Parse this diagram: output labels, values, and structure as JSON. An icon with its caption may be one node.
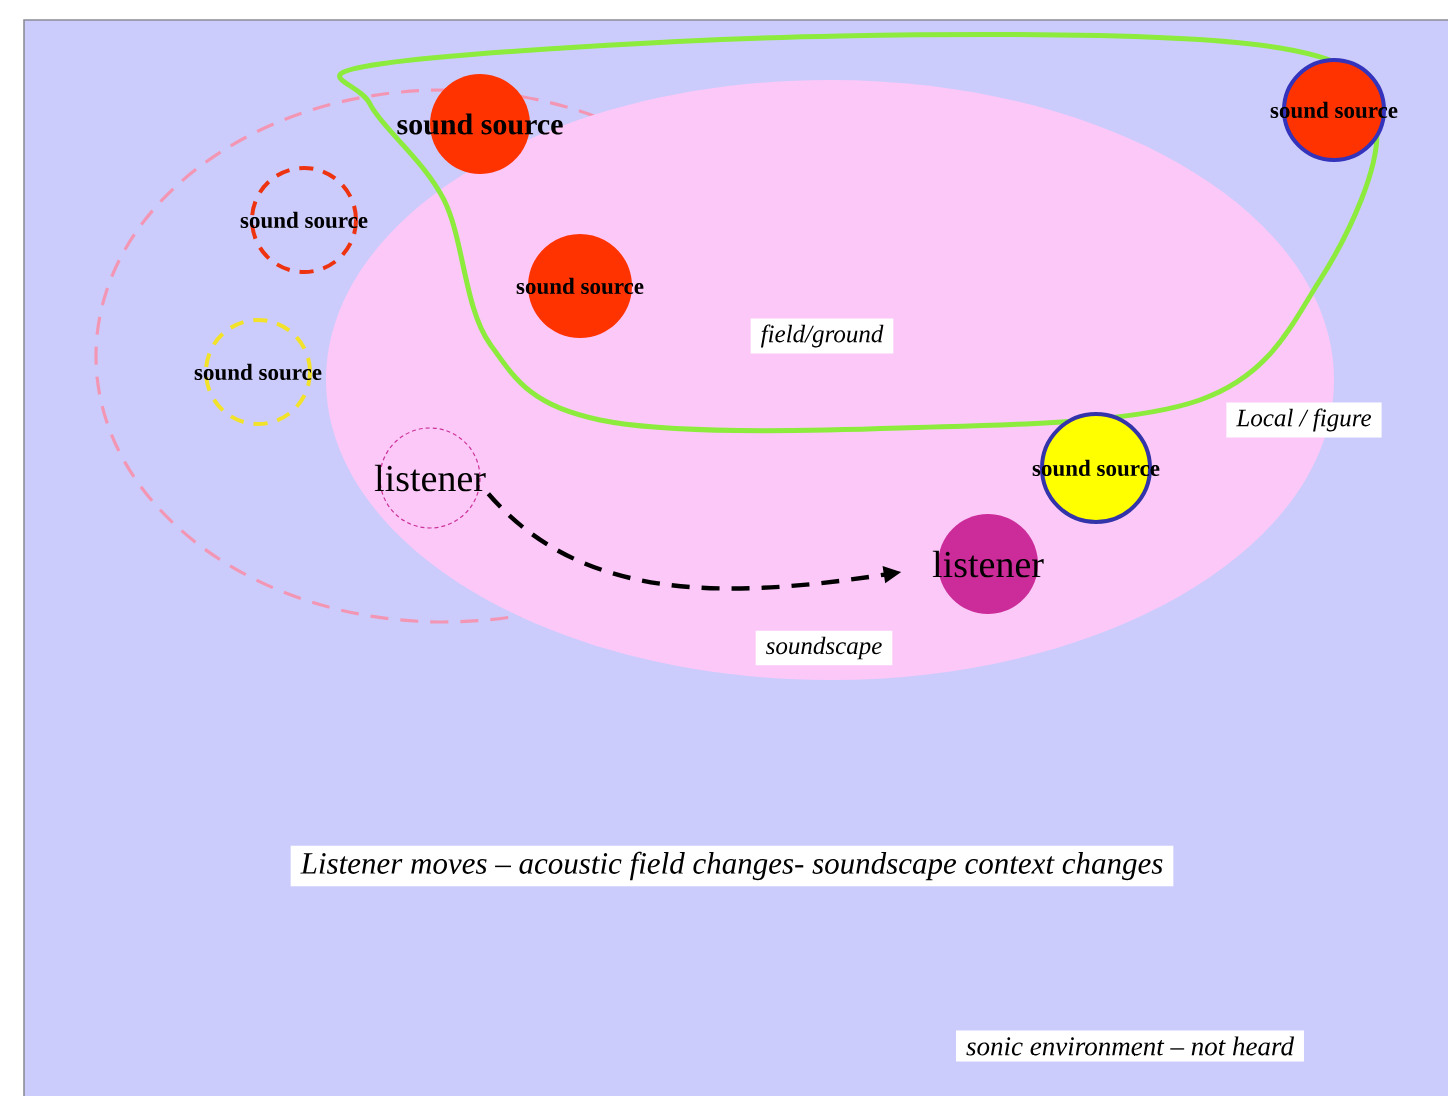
{
  "diagram": {
    "nodes": [
      {
        "text": [
          "sound source"
        ]
      },
      {
        "text": [
          "sound source"
        ]
      },
      {
        "text": [
          "sound source"
        ]
      },
      {
        "text": [
          "sound source"
        ]
      },
      {
        "text": [
          "sound source"
        ]
      },
      {
        "text": [
          "listener"
        ]
      },
      {
        "text": [
          "sound source"
        ]
      },
      {
        "text": [
          "listener"
        ]
      }
    ],
    "edges": [
      {
        "from": 5,
        "to": 7,
        "arrow": "to",
        "style": "dashed"
      }
    ],
    "labels": [
      "field/ground",
      "Local  / figure",
      "soundscape",
      "Listener moves – acoustic field changes- soundscape context changes",
      "sonic environment – not heard"
    ]
  }
}
